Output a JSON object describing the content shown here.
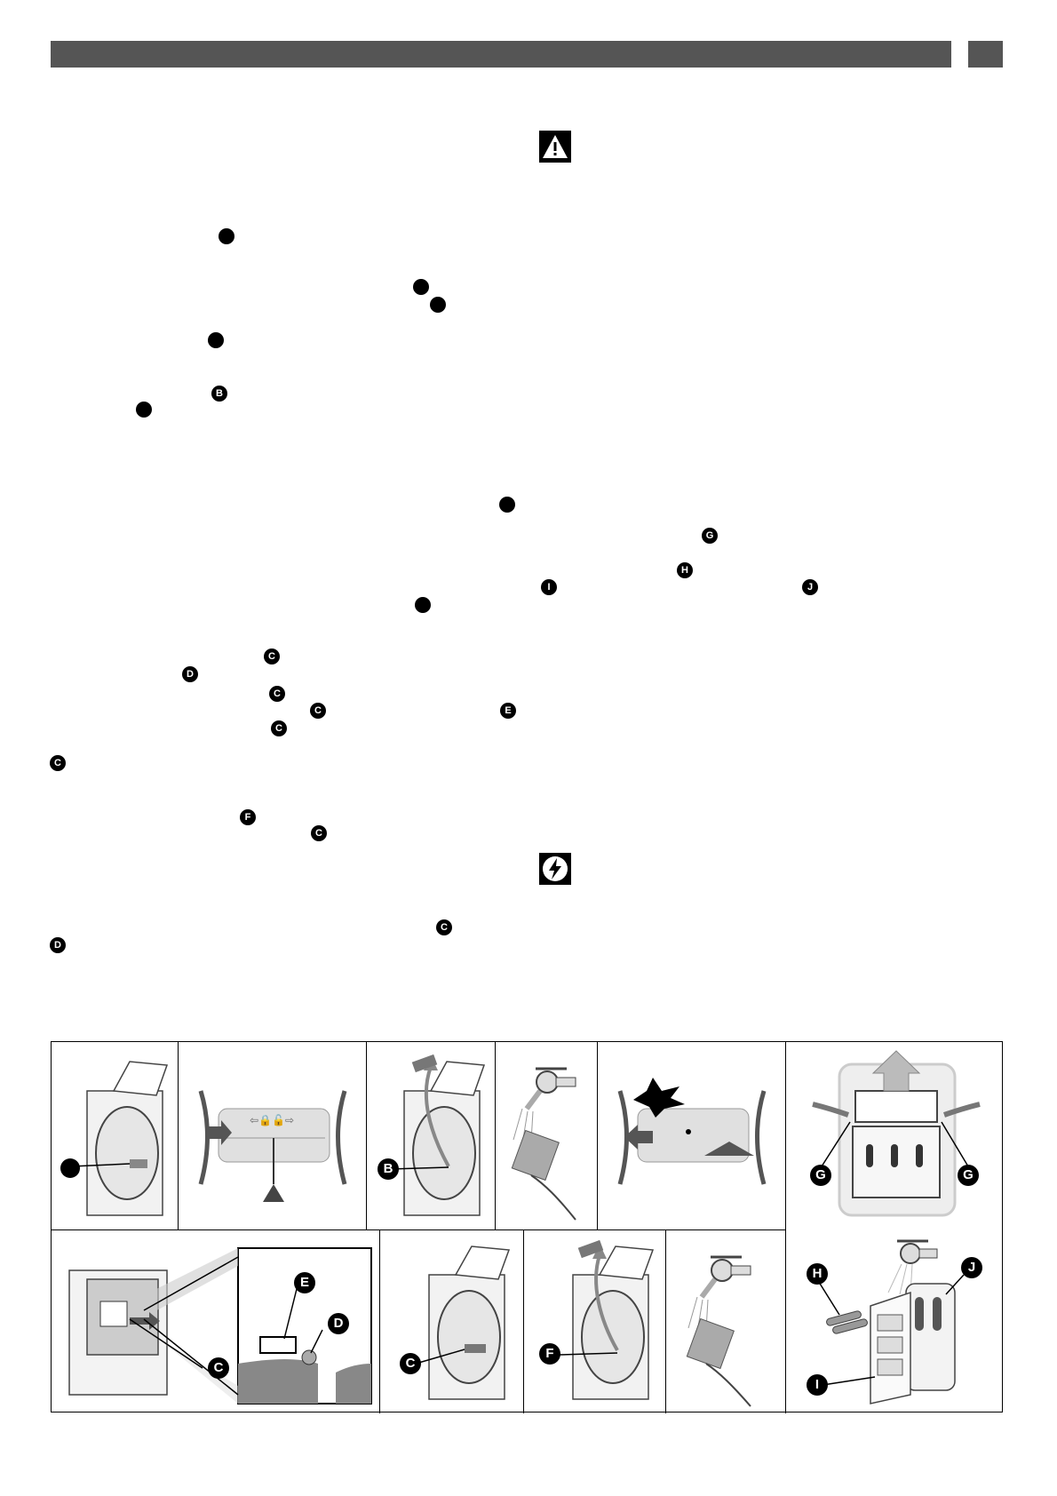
{
  "callouts": {
    "B": "B",
    "C": "C",
    "D": "D",
    "E": "E",
    "F": "F",
    "G": "G",
    "H": "H",
    "I": "I",
    "J": "J"
  },
  "icons": {
    "warning": "warning-triangle-icon",
    "electric": "electric-hazard-icon"
  },
  "colors": {
    "header_bar": "#555555",
    "ink": "#000000",
    "panel_gray": "#d9d9d9"
  }
}
